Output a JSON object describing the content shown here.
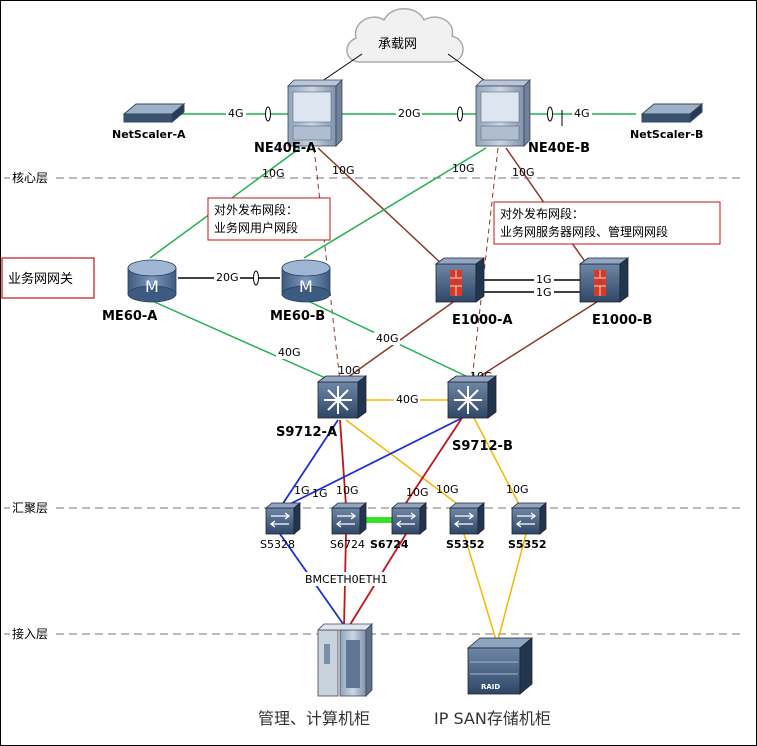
{
  "cloud_label": "承载网",
  "layers": {
    "core": "核心层",
    "gateway": "业务网网关",
    "aggregation": "汇聚层",
    "access": "接入层"
  },
  "devices": {
    "netscaler_a": "NetScaler-A",
    "netscaler_b": "NetScaler-B",
    "ne40e_a": "NE40E-A",
    "ne40e_b": "NE40E-B",
    "me60_a": "ME60-A",
    "me60_b": "ME60-B",
    "e1000_a": "E1000-A",
    "e1000_b": "E1000-B",
    "s9712_a": "S9712-A",
    "s9712_b": "S9712-B",
    "s5328": "S5328",
    "s6724_1": "S6724",
    "s6724_2": "S6724",
    "s5352_1": "S5352",
    "s5352_2": "S5352",
    "mgmt_rack": "管理、计算机柜",
    "san_rack": "IP SAN存储机柜",
    "raid": "RAID",
    "me_letter": "M"
  },
  "notes": {
    "left_title": "对外发布网段：",
    "left_body": "业务网用户网段",
    "right_title": "对外发布网段：",
    "right_body": "业务网服务器网段、管理网网段"
  },
  "links": {
    "ns_a": "4G",
    "ns_b": "4G",
    "ne_ne": "20G",
    "ne_a_me_a": "10G",
    "ne_a_e1000": "10G",
    "ne_b_me_b": "10G",
    "ne_b_e1000": "10G",
    "me_me": "20G",
    "e_e_1": "1G",
    "e_e_2": "1G",
    "me_b_s9712": "40G",
    "me_a_s9712": "40G",
    "s9712_a_up": "10G",
    "s9712_b_up": "10G",
    "s9712_s9712": "40G",
    "agg_1": "1G",
    "agg_2": "1G",
    "agg_3": "10G",
    "agg_4": "10G",
    "agg_5": "10G",
    "agg_6": "10G",
    "access_ports": "BMCETH0ETH1"
  },
  "colors": {
    "green": "#20b050",
    "brown": "#8b3a2a",
    "yellow": "#f5b800",
    "blue": "#1f2fcf",
    "red": "#c0151a"
  }
}
